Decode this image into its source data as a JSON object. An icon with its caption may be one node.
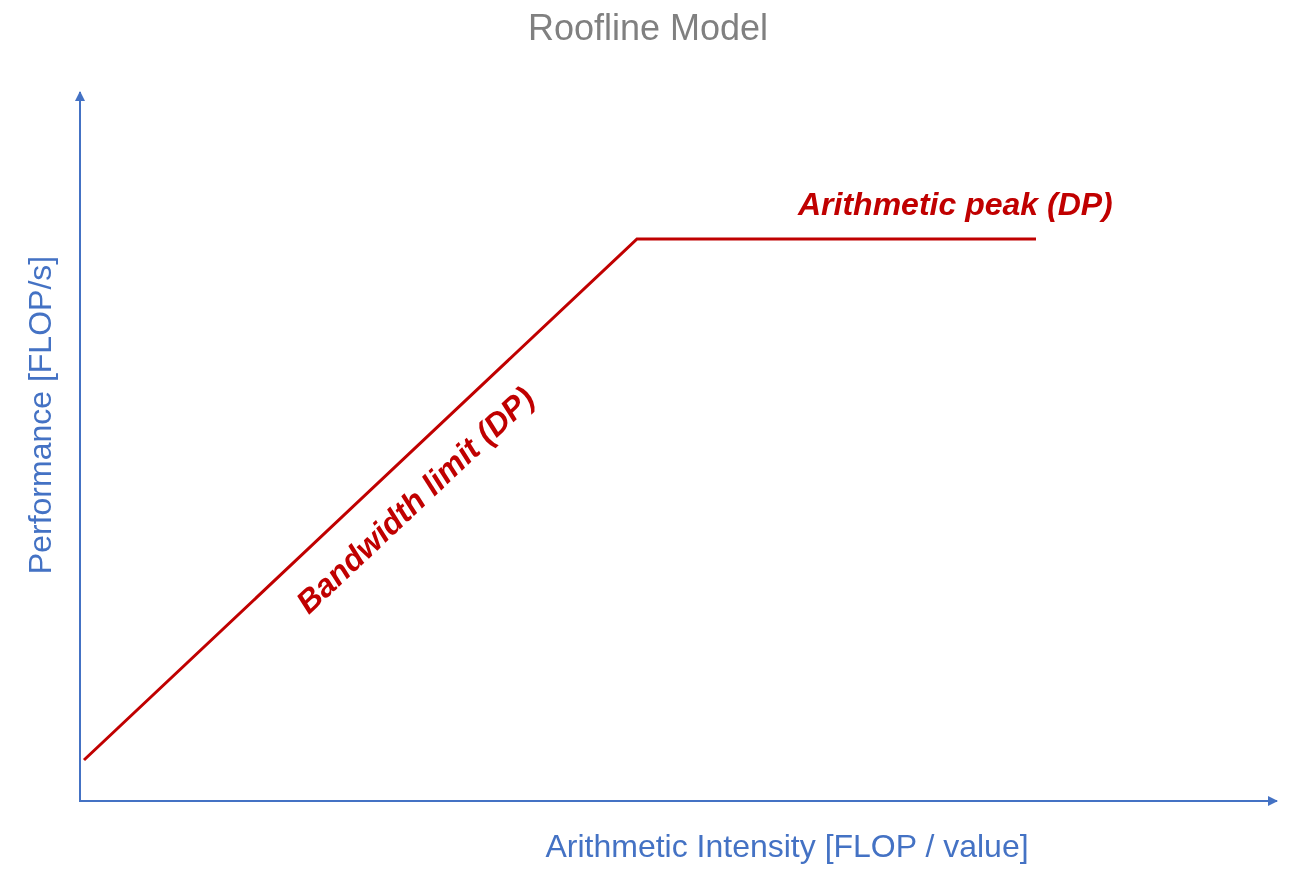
{
  "diagram": {
    "title": "Roofline Model",
    "labels": [
      "Arithmetic peak (DP)",
      "Performance [FLOP/s]",
      "Bandwidth limit (DP)",
      "Arithmetic Intensity [FLOP / value]"
    ]
  }
}
